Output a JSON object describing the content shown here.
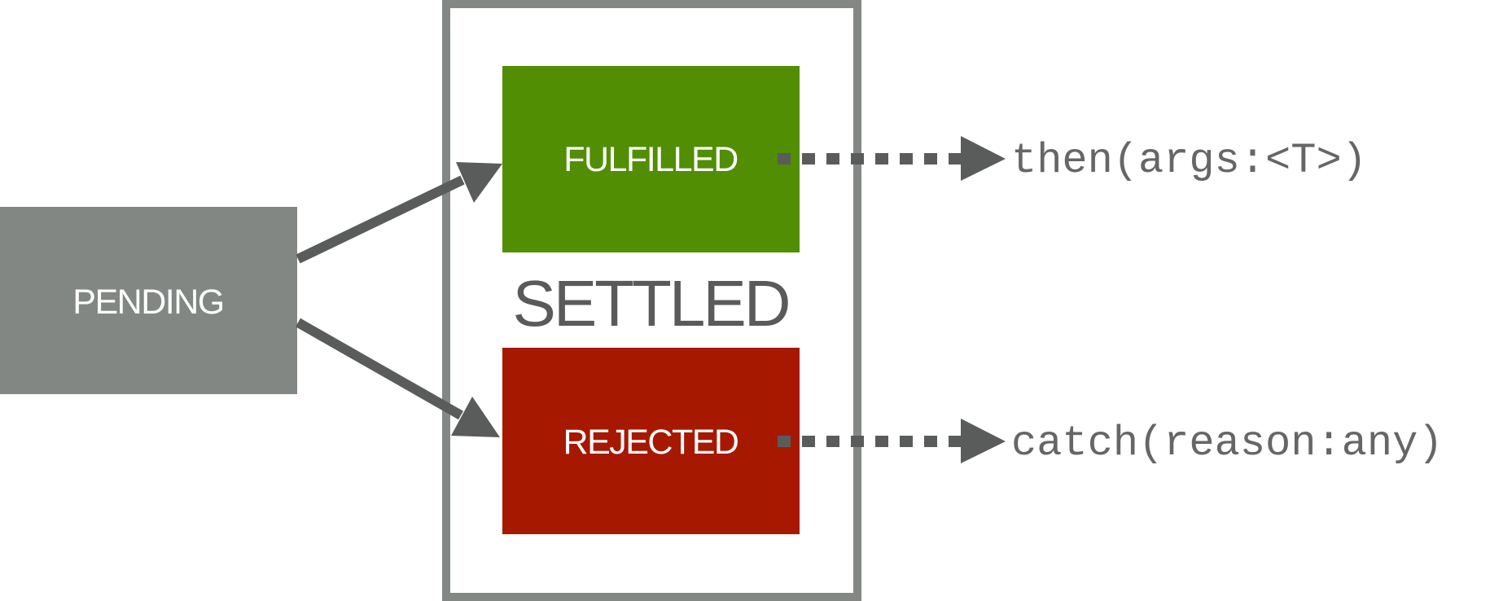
{
  "colors": {
    "pending": "#828784",
    "fulfilled": "#518e03",
    "rejected": "#a71800",
    "settled_border": "#838885",
    "arrow": "#5a5c5b",
    "code_text": "#666666"
  },
  "states": {
    "pending": "PENDING",
    "settled": "SETTLED",
    "fulfilled": "FULFILLED",
    "rejected": "REJECTED"
  },
  "handlers": {
    "then": "then(args:<T>)",
    "catch": "catch(reason:any)"
  },
  "icons": {
    "transition_arrow": "solid-arrow-icon",
    "handler_arrow": "dotted-arrow-icon"
  }
}
